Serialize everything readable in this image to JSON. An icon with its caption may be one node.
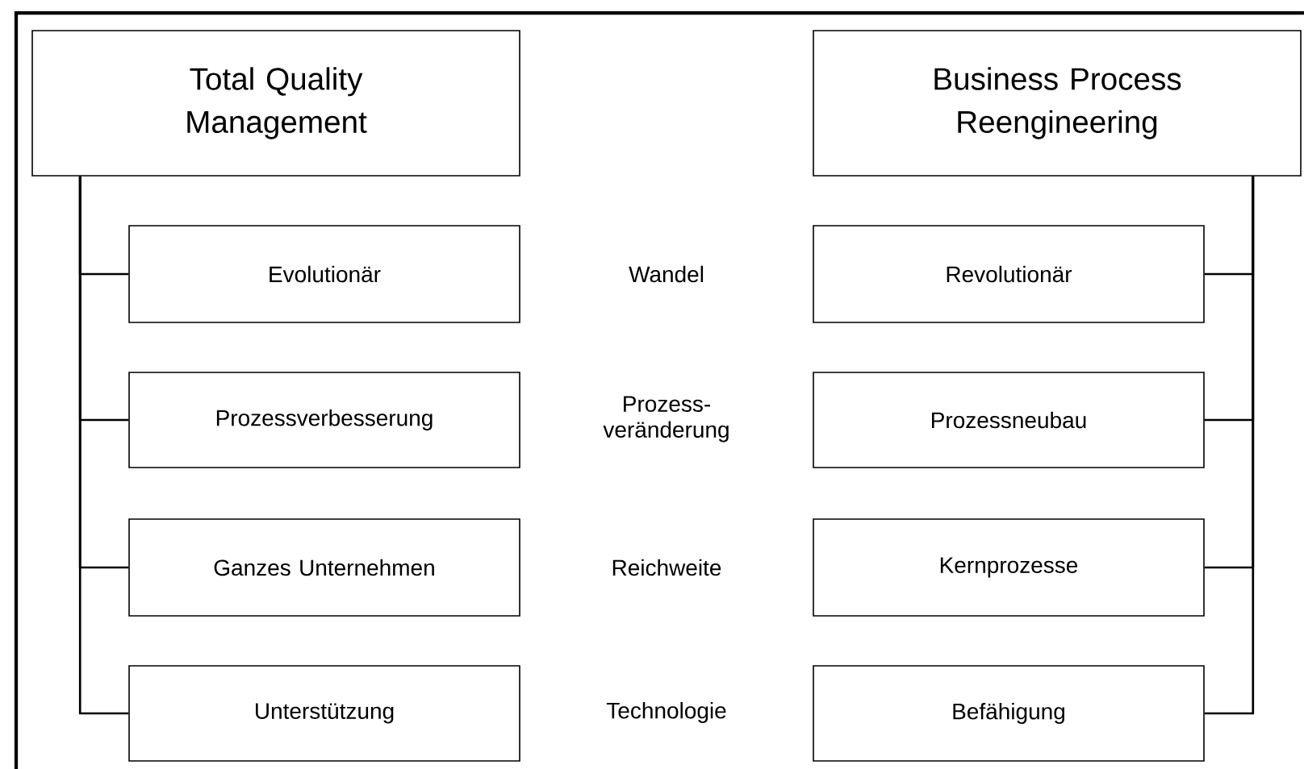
{
  "diagram": {
    "nodes": [
      {
        "text": [
          "Total Quality Management"
        ]
      },
      {
        "text": [
          "Business Process Reengineering"
        ]
      },
      {
        "text": [
          "Evolutionär"
        ]
      },
      {
        "text": [
          "Revolutionär"
        ]
      },
      {
        "text": [
          "Prozessverbesserung"
        ]
      },
      {
        "text": [
          "Prozessneubau"
        ]
      },
      {
        "text": [
          "Ganzes Unternehmen"
        ]
      },
      {
        "text": [
          "Kernprozesse"
        ]
      },
      {
        "text": [
          "Unterstützung"
        ]
      },
      {
        "text": [
          "Befähigung"
        ]
      }
    ],
    "edges": [
      {
        "from": 0,
        "to": 2,
        "arrow": "none"
      },
      {
        "from": 0,
        "to": 4,
        "arrow": "none"
      },
      {
        "from": 0,
        "to": 6,
        "arrow": "none"
      },
      {
        "from": 0,
        "to": 8,
        "arrow": "none"
      },
      {
        "from": 1,
        "to": 3,
        "arrow": "none"
      },
      {
        "from": 1,
        "to": 5,
        "arrow": "none"
      },
      {
        "from": 1,
        "to": 7,
        "arrow": "none"
      },
      {
        "from": 1,
        "to": 9,
        "arrow": "none"
      }
    ],
    "labels": [
      "Wandel",
      "Prozess- veränderung",
      "Reichweite",
      "Technologie"
    ]
  }
}
